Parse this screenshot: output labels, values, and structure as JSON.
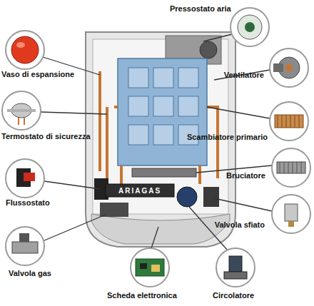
{
  "diagram": {
    "labels": [
      "Pressostato aria",
      "Vaso di espansione",
      "Ventilatore",
      "Termostato di sicurezza",
      "Scambiatore primario",
      "Bruciatore",
      "Flussostato",
      "Valvola sfiato",
      "Valvola gas",
      "Scheda elettronica",
      "Circolatore",
      "ARIAGAS"
    ]
  }
}
